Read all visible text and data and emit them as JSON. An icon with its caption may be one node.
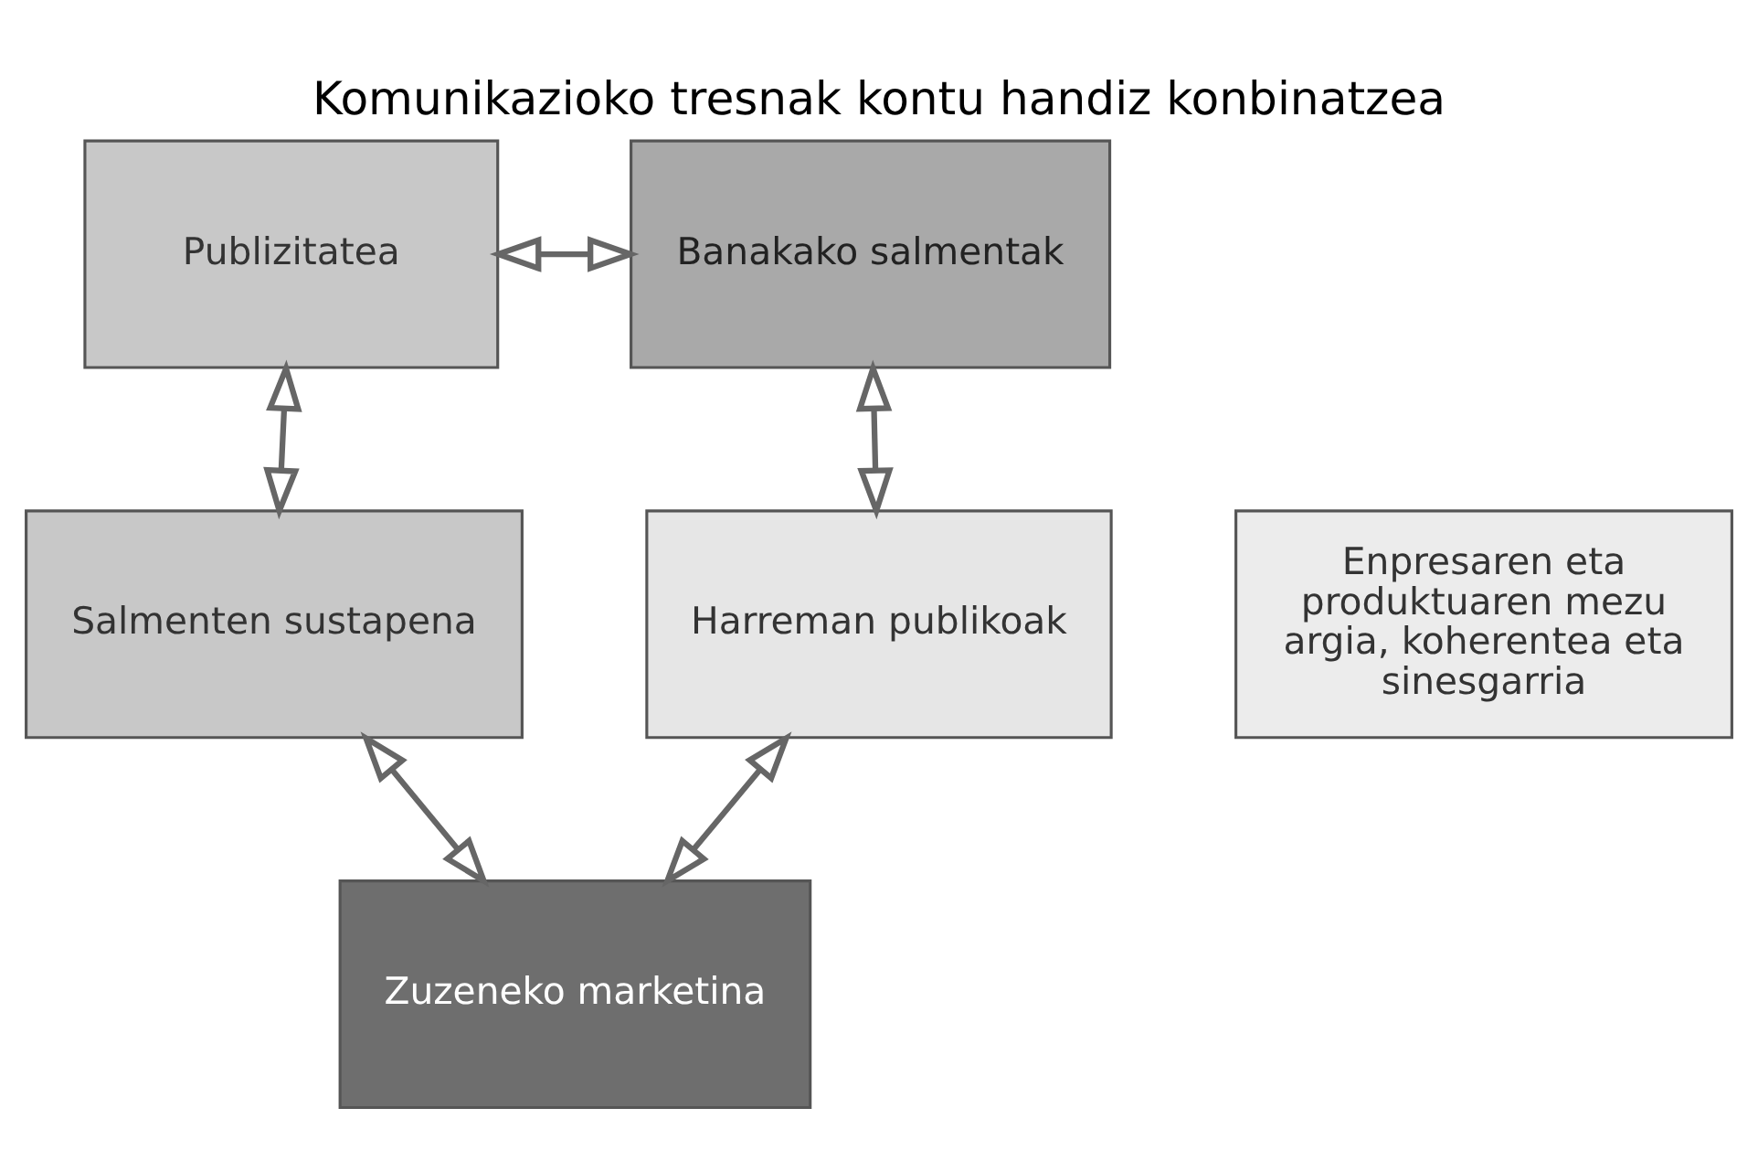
{
  "diagram": {
    "title": "Komunikazioko tresnak kontu handiz konbinatzea",
    "nodes": [
      {
        "text": [
          "Publizitatea"
        ]
      },
      {
        "text": [
          "Banakako salmentak"
        ]
      },
      {
        "text": [
          "Salmenten sustapena"
        ]
      },
      {
        "text": [
          "Enpresaren eta produktuaren mezu argia, koherentea eta sinesgarria"
        ]
      },
      {
        "text": [
          "Harreman publikoak"
        ]
      },
      {
        "text": [
          "Zuzeneko marketina"
        ]
      }
    ],
    "edges": [
      {
        "from": 0,
        "to": 1,
        "arrow": "both"
      },
      {
        "from": 0,
        "to": 2,
        "arrow": "both"
      },
      {
        "from": 1,
        "to": 4,
        "arrow": "both"
      },
      {
        "from": 2,
        "to": 5,
        "arrow": "both"
      },
      {
        "from": 4,
        "to": 5,
        "arrow": "both"
      }
    ]
  }
}
